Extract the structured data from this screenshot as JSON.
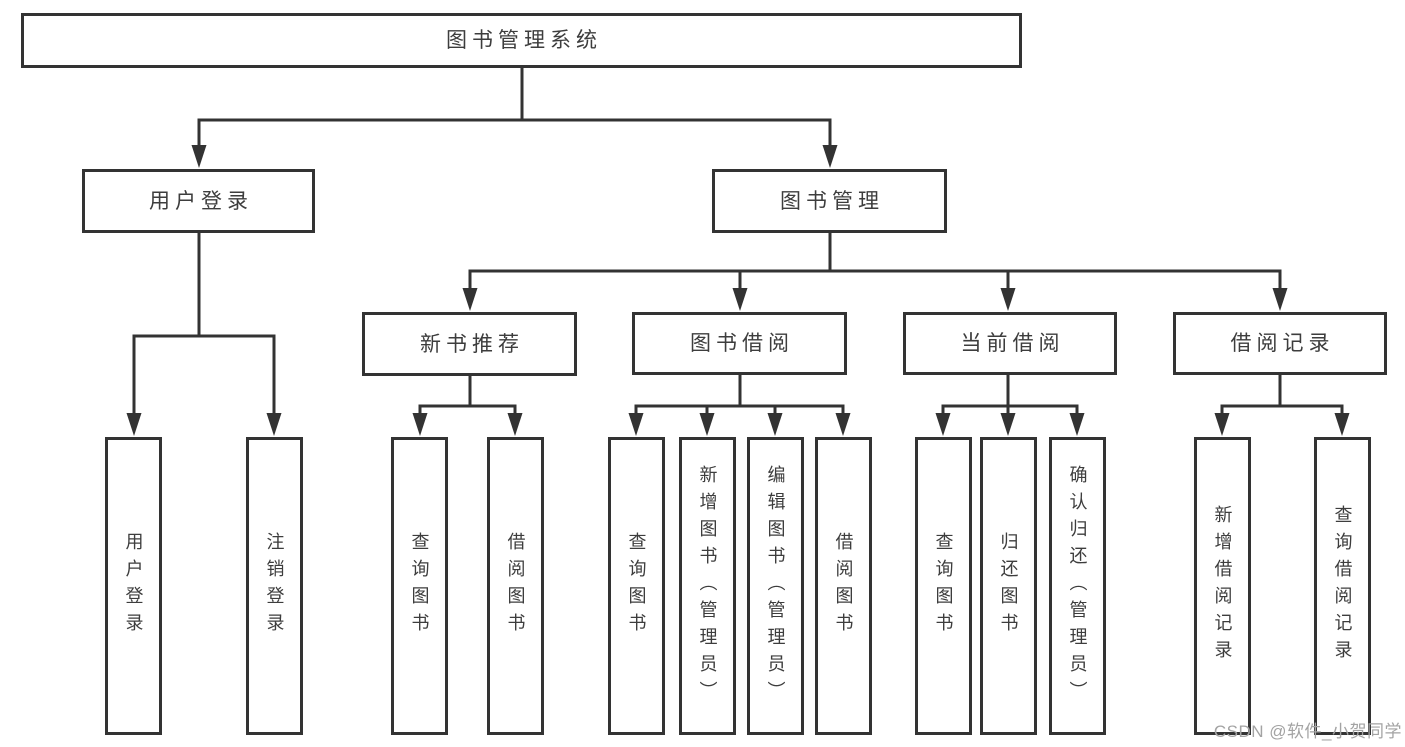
{
  "diagram": {
    "title_note": "library management system function structure chart",
    "line_color": "#333333",
    "border_color": "#333333",
    "text_color": "#3d3d3d",
    "background_color": "#ffffff",
    "nodes": {
      "root": {
        "label": "图书管理系统"
      },
      "user_login": {
        "label": "用户登录"
      },
      "book_mgmt": {
        "label": "图书管理"
      },
      "new_book_rec": {
        "label": "新书推荐"
      },
      "book_borrow": {
        "label": "图书借阅"
      },
      "current_borrow": {
        "label": "当前借阅"
      },
      "borrow_records": {
        "label": "借阅记录"
      },
      "leaf_user_login": {
        "label": "用户登录"
      },
      "leaf_logout": {
        "label": "注销登录"
      },
      "leaf_query_book_1": {
        "label": "查询图书"
      },
      "leaf_borrow_book_1": {
        "label": "借阅图书"
      },
      "leaf_query_book_2": {
        "label": "查询图书"
      },
      "leaf_add_book": {
        "label": "新增图书（管理员）"
      },
      "leaf_edit_book": {
        "label": "编辑图书（管理员）"
      },
      "leaf_borrow_book_2": {
        "label": "借阅图书"
      },
      "leaf_query_book_3": {
        "label": "查询图书"
      },
      "leaf_return_book": {
        "label": "归还图书"
      },
      "leaf_confirm_return": {
        "label": "确认归还（管理员）"
      },
      "leaf_add_borrow_record": {
        "label": "新增借阅记录"
      },
      "leaf_query_borrow_record": {
        "label": "查询借阅记录"
      }
    }
  },
  "watermark": {
    "text": "CSDN @软件_小贺同学",
    "color": "#a3a3a3"
  }
}
